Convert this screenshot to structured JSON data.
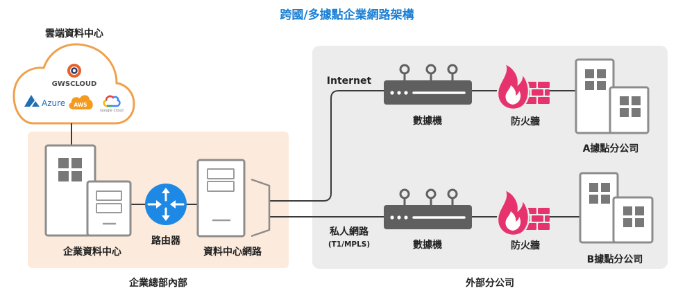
{
  "title": "跨國/多據點企業網路架構",
  "colors": {
    "title": "#1a7fd4",
    "cloud_border": "#f0a04b",
    "hq_background": "#fcebdc",
    "branch_background": "#ececec",
    "router": "#1e88e5",
    "modem": "#5f5f5f",
    "firewall": "#e6336e",
    "azure": "#1f6fb5",
    "aws": "#f39a1f"
  },
  "cloud": {
    "label": "雲端資料中心",
    "logo_text": "GWSCLOUD",
    "providers": {
      "azure": "Azure",
      "aws": "AWS",
      "google": "Google Cloud"
    }
  },
  "hq": {
    "label": "企業總部內部",
    "datacenter": "企業資料中心",
    "router": "路由器",
    "network": "資料中心網路"
  },
  "branches": {
    "label": "外部分公司",
    "rows": [
      {
        "link": "Internet",
        "modem": "數據機",
        "firewall": "防火牆",
        "office": "A據點分公司"
      },
      {
        "link": "私人網路",
        "link_detail": "(T1/MPLS)",
        "modem": "數據機",
        "firewall": "防火牆",
        "office": "B據點分公司"
      }
    ]
  }
}
